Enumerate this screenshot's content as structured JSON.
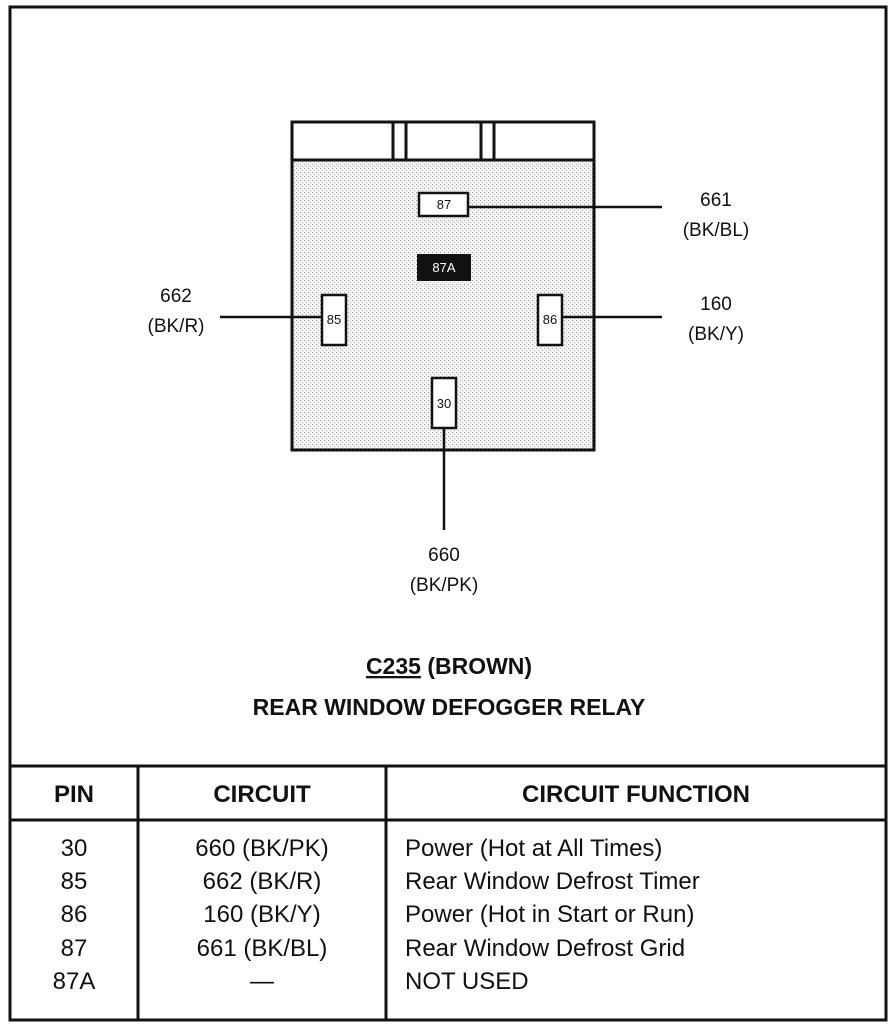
{
  "connector": {
    "id": "C235",
    "color": "(BROWN)",
    "name": "REAR WINDOW DEFOGGER RELAY"
  },
  "pins": {
    "p87": "87",
    "p87a": "87A",
    "p85": "85",
    "p86": "86",
    "p30": "30"
  },
  "wires": {
    "w661": {
      "circuit": "661",
      "color": "(BK/BL)"
    },
    "w662": {
      "circuit": "662",
      "color": "(BK/R)"
    },
    "w160": {
      "circuit": "160",
      "color": "(BK/Y)"
    },
    "w660": {
      "circuit": "660",
      "color": "(BK/PK)"
    }
  },
  "table": {
    "headers": [
      "PIN",
      "CIRCUIT",
      "CIRCUIT FUNCTION"
    ],
    "rows": [
      [
        "30",
        "660 (BK/PK)",
        "Power (Hot at All Times)"
      ],
      [
        "85",
        "662 (BK/R)",
        "Rear Window Defrost Timer"
      ],
      [
        "86",
        "160 (BK/Y)",
        "Power (Hot in Start or Run)"
      ],
      [
        "87",
        "661 (BK/BL)",
        "Rear Window Defrost Grid"
      ],
      [
        "87A",
        "—",
        "NOT USED"
      ]
    ]
  }
}
